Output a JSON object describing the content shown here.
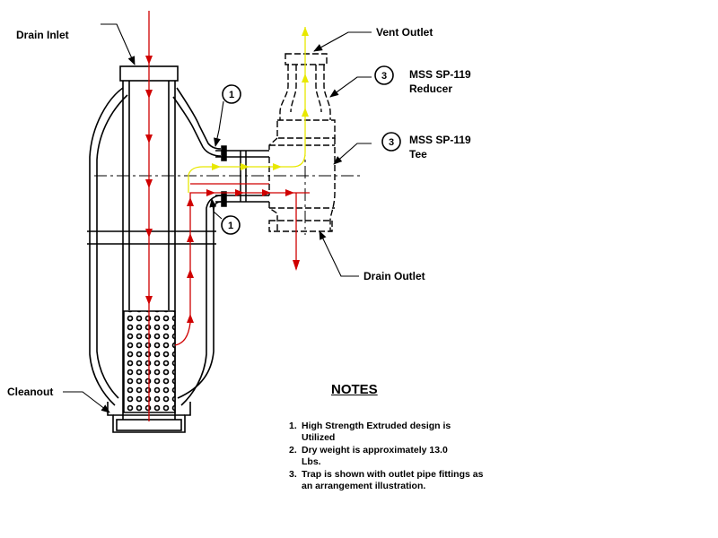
{
  "labels": {
    "drain_inlet": "Drain Inlet",
    "vent_outlet": "Vent Outlet",
    "reducer_line1": "MSS SP-119",
    "reducer_line2": "Reducer",
    "tee_line1": "MSS SP-119",
    "tee_line2": "Tee",
    "drain_outlet": "Drain Outlet",
    "cleanout": "Cleanout"
  },
  "callouts": {
    "weld_top": "1",
    "weld_bottom": "1",
    "reducer": "3",
    "tee": "3"
  },
  "notes": {
    "title": "NOTES",
    "items": [
      {
        "num": "1.",
        "text": "High Strength Extruded design is Utilized"
      },
      {
        "num": "2.",
        "text": "Dry weight is approximately 13.0 Lbs."
      },
      {
        "num": "3.",
        "text": "Trap is shown with outlet pipe fittings as an arrangement illustration."
      }
    ]
  },
  "colors": {
    "drain_flow": "#d00000",
    "vent_flow": "#e8e800",
    "outline": "#000000"
  }
}
